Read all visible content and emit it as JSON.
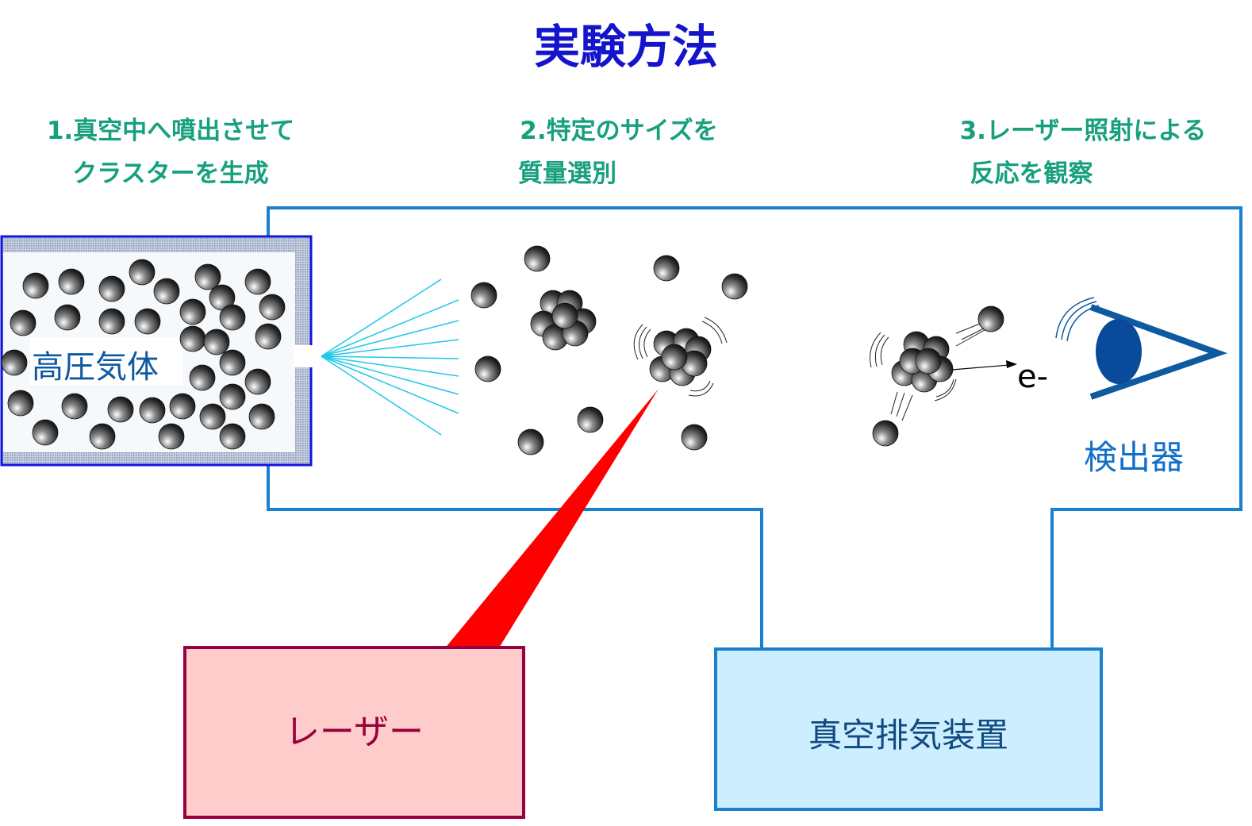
{
  "title": "実験方法",
  "steps": [
    {
      "line1": "1.真空中へ噴出させて",
      "line2": "クラスターを生成"
    },
    {
      "line1": "2.特定のサイズを",
      "line2": "質量選別"
    },
    {
      "line1": "3.レーザー照射による",
      "line2": "反応を観察"
    }
  ],
  "labels": {
    "gas": "高圧気体",
    "electron": "e-",
    "detector": "検出器",
    "laser": "レーザー",
    "vacuum_pump": "真空排気装置"
  },
  "colors": {
    "title": "#1414cc",
    "steps": "#17a07e",
    "chamber": "#1a80d0",
    "laser_beam": "#ff0000",
    "laser_box": "#ffcccc",
    "vacuum_box": "#cceeff"
  }
}
